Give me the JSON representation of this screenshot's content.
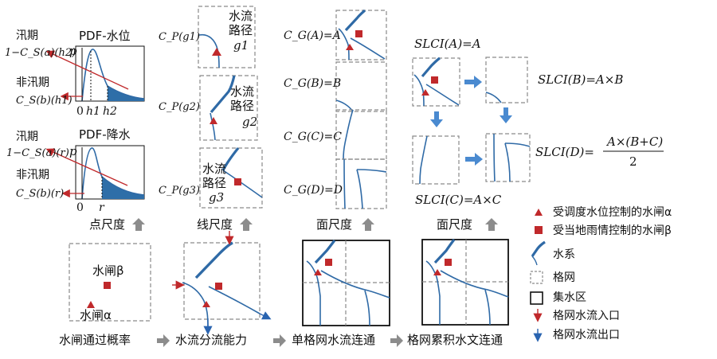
{
  "colors": {
    "river": "#2f6aa6",
    "river_light": "#5b8fc5",
    "pdf_fill": "#2e6ea8",
    "gate_alpha": "#c0292b",
    "gate_beta": "#c0292b",
    "arrow_red": "#c0292b",
    "arrow_blue": "#2a64b0",
    "flow_arrow": "#4a8ad0",
    "dashed_grid": "#8a8a8a",
    "gray_arrow": "#8c8c8c"
  },
  "point_scale": {
    "pdf_water": {
      "title": "PDF-水位",
      "flood_label": "汛期",
      "flood_formula": "1−C_S(a)(h2)",
      "nonflood_label": "非汛期",
      "nonflood_formula": "C_S(b)(h1)",
      "y_label": "p",
      "ticks": [
        "0",
        "h1",
        "h2"
      ]
    },
    "pdf_rain": {
      "title": "PDF-降水",
      "flood_label": "汛期",
      "flood_formula": "1−C_S(a)(r)",
      "nonflood_label": "非汛期",
      "nonflood_formula": "C_S(b)(r)",
      "y_label": "p",
      "ticks": [
        "0",
        "r"
      ]
    },
    "scale_label": "点尺度"
  },
  "line_scale": {
    "paths": [
      {
        "symbol": "C_P(g1)",
        "name_line1": "水流",
        "name_line2": "路径",
        "name_id": "g1"
      },
      {
        "symbol": "C_P(g2)",
        "name_line1": "水流",
        "name_line2": "路径",
        "name_id": "g2"
      },
      {
        "symbol": "C_P(g3)",
        "name_line1": "水流",
        "name_line2": "路径",
        "name_id": "g3"
      }
    ],
    "scale_label": "线尺度"
  },
  "area_scale": {
    "cells": [
      {
        "symbol": "C_G(A)=A"
      },
      {
        "symbol": "C_G(B)=B"
      },
      {
        "symbol": "C_G(C)=C"
      },
      {
        "symbol": "C_G(D)=D"
      }
    ],
    "scale_label": "面尺度"
  },
  "slci": {
    "A": "SLCI(A)=A",
    "B": "SLCI(B)=A×B",
    "C": "SLCI(C)=A×C",
    "D_prefix": "SLCI(D)=",
    "D_numerator": "A×(B+C)",
    "D_denominator": "2",
    "scale_label": "面尺度"
  },
  "bottom_row": {
    "gate_beta_label": "水闸β",
    "gate_alpha_label": "水闸α",
    "steps": [
      "水闸通过概率",
      "水流分流能力",
      "单格网水流连通",
      "格网累积水文连通"
    ]
  },
  "legend": {
    "items": [
      {
        "icon": "triangle-icon",
        "label": "受调度水位控制的水闸α"
      },
      {
        "icon": "square-icon",
        "label": "受当地雨情控制的水闸β"
      },
      {
        "icon": "river-icon",
        "label": "水系"
      },
      {
        "icon": "dashed-box-icon",
        "label": "格网"
      },
      {
        "icon": "solid-box-icon",
        "label": "集水区"
      },
      {
        "icon": "red-arrow-icon",
        "label": "格网水流入口"
      },
      {
        "icon": "blue-arrow-icon",
        "label": "格网水流出口"
      }
    ]
  }
}
